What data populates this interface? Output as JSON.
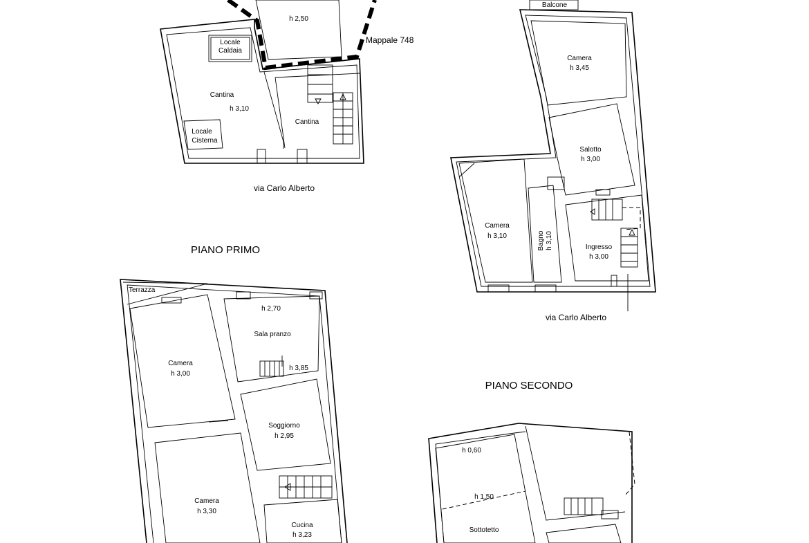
{
  "titles": {
    "primo": "PIANO PRIMO",
    "secondo": "PIANO SECONDO"
  },
  "streets": {
    "terra": "via Carlo Alberto",
    "rialzato": "via Carlo Alberto"
  },
  "annotations": {
    "mappale": "Mappale 748"
  },
  "basement": {
    "top_room_h": "h 2,50",
    "caldaia_1": "Locale",
    "caldaia_2": "Caldaia",
    "cantina_1_label": "Cantina",
    "cantina_1_h": "h 3,10",
    "cisterna_1": "Locale",
    "cisterna_2": "Cisterna",
    "cantina_2_label": "Cantina"
  },
  "upper_right": {
    "balcone": "Balcone",
    "camera_top_label": "Camera",
    "camera_top_h": "h 3,45",
    "salotto_label": "Salotto",
    "salotto_h": "h 3,00",
    "camera_left_label": "Camera",
    "camera_left_h": "h 3,10",
    "bagno_label": "Bagno",
    "bagno_h": "h 3,10",
    "ingresso_label": "Ingresso",
    "ingresso_h": "h 3,00"
  },
  "primo": {
    "terrazza": "Terrazza",
    "camera_a_label": "Camera",
    "camera_a_h": "h 3,00",
    "sala_h": "h 2,70",
    "sala_label": "Sala pranzo",
    "stair_h": "h 3,85",
    "soggiorno_label": "Soggiorno",
    "soggiorno_h": "h 2,95",
    "camera_b_label": "Camera",
    "camera_b_h": "h 3,30",
    "cucina_label": "Cucina",
    "cucina_h": "h 3,23"
  },
  "secondo": {
    "h_low": "h 0,60",
    "h_mid": "h 1,50",
    "sottotetto": "Sottotetto"
  }
}
